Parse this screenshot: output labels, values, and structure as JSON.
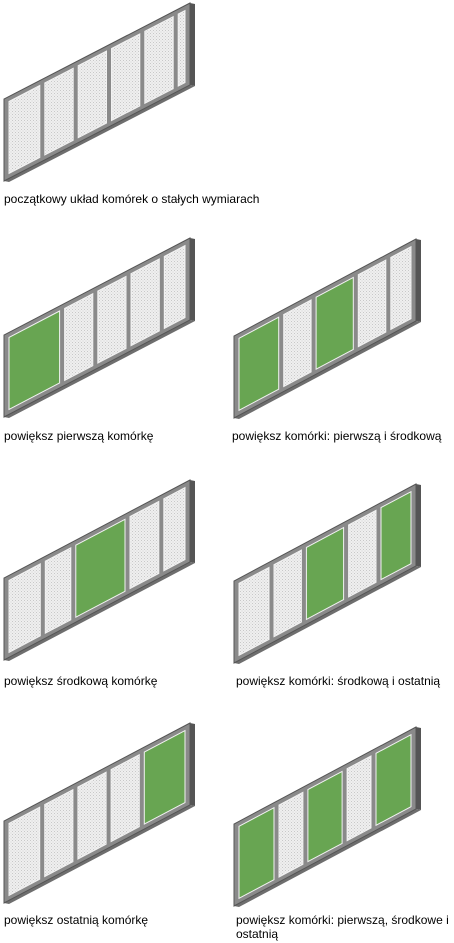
{
  "colors": {
    "frame_fill": "#8a8a8a",
    "frame_edge": "#555555",
    "cell_plain": "#e6e6e6",
    "cell_enlarged": "#68a552",
    "cell_edge": "#f2f2f2"
  },
  "diagrams": [
    {
      "caption": "początkowy układ komórek o stałych wymiarach",
      "cells": [
        {
          "width": 1,
          "enlarged": false
        },
        {
          "width": 1,
          "enlarged": false
        },
        {
          "width": 1,
          "enlarged": false
        },
        {
          "width": 1,
          "enlarged": false
        },
        {
          "width": 1,
          "enlarged": false
        },
        {
          "width": 0.28,
          "enlarged": false
        }
      ]
    },
    {
      "caption": "powiększ pierwszą komórkę",
      "cells": [
        {
          "width": 1.6,
          "enlarged": true
        },
        {
          "width": 1,
          "enlarged": false
        },
        {
          "width": 1,
          "enlarged": false
        },
        {
          "width": 1,
          "enlarged": false
        },
        {
          "width": 0.7,
          "enlarged": false
        }
      ]
    },
    {
      "caption": "powiększ komórki: pierwszą i środkową",
      "cells": [
        {
          "width": 1.3,
          "enlarged": true
        },
        {
          "width": 1,
          "enlarged": false
        },
        {
          "width": 1.3,
          "enlarged": true
        },
        {
          "width": 1,
          "enlarged": false
        },
        {
          "width": 0.7,
          "enlarged": false
        }
      ]
    },
    {
      "caption": "powiększ środkową komórkę",
      "cells": [
        {
          "width": 1,
          "enlarged": false
        },
        {
          "width": 0.9,
          "enlarged": false
        },
        {
          "width": 1.6,
          "enlarged": true
        },
        {
          "width": 1,
          "enlarged": false
        },
        {
          "width": 0.7,
          "enlarged": false
        }
      ]
    },
    {
      "caption": "powiększ komórki: środkową i ostatnią",
      "cells": [
        {
          "width": 1,
          "enlarged": false
        },
        {
          "width": 1,
          "enlarged": false
        },
        {
          "width": 1.3,
          "enlarged": true
        },
        {
          "width": 1,
          "enlarged": false
        },
        {
          "width": 1,
          "enlarged": true
        }
      ]
    },
    {
      "caption": "powiększ ostatnią komórkę",
      "cells": [
        {
          "width": 1,
          "enlarged": false
        },
        {
          "width": 1,
          "enlarged": false
        },
        {
          "width": 1,
          "enlarged": false
        },
        {
          "width": 1,
          "enlarged": false
        },
        {
          "width": 1.3,
          "enlarged": true
        }
      ]
    },
    {
      "caption": "powiększ komórki: pierwszą, środkowe i ostatnią",
      "cells": [
        {
          "width": 1.1,
          "enlarged": true
        },
        {
          "width": 0.85,
          "enlarged": false
        },
        {
          "width": 1.15,
          "enlarged": true
        },
        {
          "width": 0.85,
          "enlarged": false
        },
        {
          "width": 1.1,
          "enlarged": true
        }
      ]
    }
  ]
}
